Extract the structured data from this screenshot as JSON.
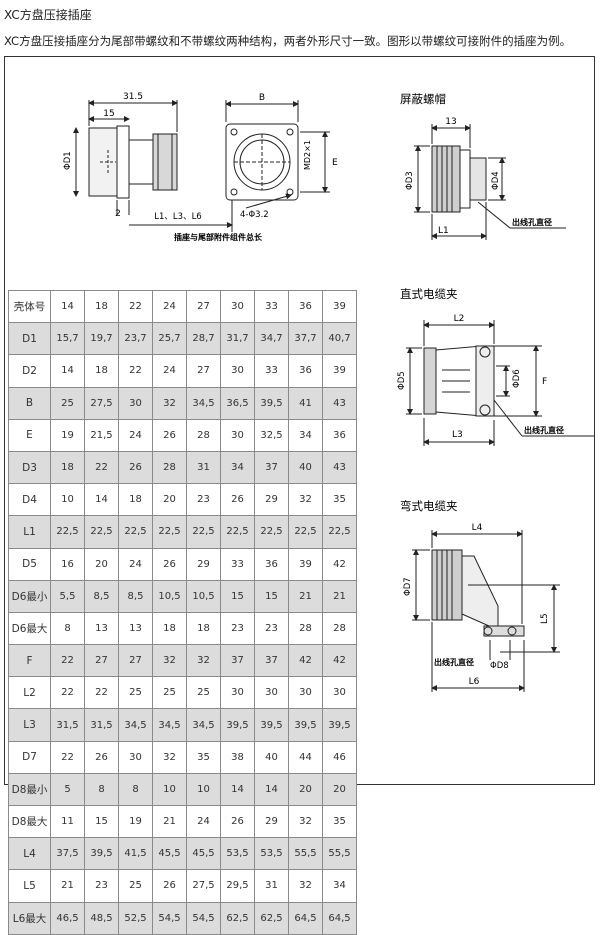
{
  "page": {
    "title": "XC方盘压接插座",
    "description": "XC方盘压接插座分为尾部带螺纹和不带螺纹两种结构，两者外形尺寸一致。图形以带螺纹可接附件的插座为例。"
  },
  "drawings": {
    "main": {
      "dim_31_5": "31.5",
      "dim_15": "15",
      "dim_2": "2",
      "dim_L": "L1、L3、L6",
      "phi_d1": "ΦD1",
      "md2": "MD2×1",
      "dim_b": "B",
      "dim_e": "E",
      "holes": "4-Φ3.2",
      "note": "插座与尾部附件组件总长"
    },
    "cap": {
      "caption": "屏蔽螺帽",
      "dim_13": "13",
      "phi_d3": "ΦD3",
      "phi_d4": "ΦD4",
      "dim_l1": "L1",
      "outlet": "出线孔直径"
    },
    "straight": {
      "caption": "直式电缆夹",
      "dim_l2": "L2",
      "phi_d5": "ΦD5",
      "phi_d6": "ΦD6",
      "dim_f": "F",
      "dim_l3": "L3",
      "outlet": "出线孔直径"
    },
    "bent": {
      "caption": "弯式电缆夹",
      "dim_l4": "L4",
      "phi_d7": "ΦD7",
      "dim_l5": "L5",
      "outlet": "出线孔直径",
      "phi_d8": "ΦD8",
      "dim_l6": "L6"
    }
  },
  "table": {
    "rows": [
      {
        "label": "壳体号",
        "values": [
          "14",
          "18",
          "22",
          "24",
          "27",
          "30",
          "33",
          "36",
          "39"
        ]
      },
      {
        "label": "D1",
        "values": [
          "15,7",
          "19,7",
          "23,7",
          "25,7",
          "28,7",
          "31,7",
          "34,7",
          "37,7",
          "40,7"
        ]
      },
      {
        "label": "D2",
        "values": [
          "14",
          "18",
          "22",
          "24",
          "27",
          "30",
          "33",
          "36",
          "39"
        ]
      },
      {
        "label": "B",
        "values": [
          "25",
          "27,5",
          "30",
          "32",
          "34,5",
          "36,5",
          "39,5",
          "41",
          "43"
        ]
      },
      {
        "label": "E",
        "values": [
          "19",
          "21,5",
          "24",
          "26",
          "28",
          "30",
          "32,5",
          "34",
          "36"
        ]
      },
      {
        "label": "D3",
        "values": [
          "18",
          "22",
          "26",
          "28",
          "31",
          "34",
          "37",
          "40",
          "43"
        ]
      },
      {
        "label": "D4",
        "values": [
          "10",
          "14",
          "18",
          "20",
          "23",
          "26",
          "29",
          "32",
          "35"
        ]
      },
      {
        "label": "L1",
        "values": [
          "22,5",
          "22,5",
          "22,5",
          "22,5",
          "22,5",
          "22,5",
          "22,5",
          "22,5",
          "22,5"
        ]
      },
      {
        "label": "D5",
        "values": [
          "16",
          "20",
          "24",
          "26",
          "29",
          "33",
          "36",
          "39",
          "42"
        ]
      },
      {
        "label": "D6最小",
        "values": [
          "5,5",
          "8,5",
          "8,5",
          "10,5",
          "10,5",
          "15",
          "15",
          "21",
          "21"
        ]
      },
      {
        "label": "D6最大",
        "values": [
          "8",
          "13",
          "13",
          "18",
          "18",
          "23",
          "23",
          "28",
          "28"
        ]
      },
      {
        "label": "F",
        "values": [
          "22",
          "27",
          "27",
          "32",
          "32",
          "37",
          "37",
          "42",
          "42"
        ]
      },
      {
        "label": "L2",
        "values": [
          "22",
          "22",
          "25",
          "25",
          "25",
          "30",
          "30",
          "30",
          "30"
        ]
      },
      {
        "label": "L3",
        "values": [
          "31,5",
          "31,5",
          "34,5",
          "34,5",
          "34,5",
          "39,5",
          "39,5",
          "39,5",
          "39,5"
        ]
      },
      {
        "label": "D7",
        "values": [
          "22",
          "26",
          "30",
          "32",
          "35",
          "38",
          "40",
          "44",
          "46"
        ]
      },
      {
        "label": "D8最小",
        "values": [
          "5",
          "8",
          "8",
          "10",
          "10",
          "14",
          "14",
          "20",
          "20"
        ]
      },
      {
        "label": "D8最大",
        "values": [
          "11",
          "15",
          "19",
          "21",
          "24",
          "26",
          "29",
          "32",
          "35"
        ]
      },
      {
        "label": "L4",
        "values": [
          "37,5",
          "39,5",
          "41,5",
          "45,5",
          "45,5",
          "53,5",
          "53,5",
          "55,5",
          "55,5"
        ]
      },
      {
        "label": "L5",
        "values": [
          "21",
          "23",
          "25",
          "26",
          "27,5",
          "29,5",
          "31",
          "32",
          "34"
        ]
      },
      {
        "label": "L6最大",
        "values": [
          "46,5",
          "48,5",
          "52,5",
          "54,5",
          "54,5",
          "62,5",
          "62,5",
          "64,5",
          "64,5"
        ]
      }
    ]
  }
}
